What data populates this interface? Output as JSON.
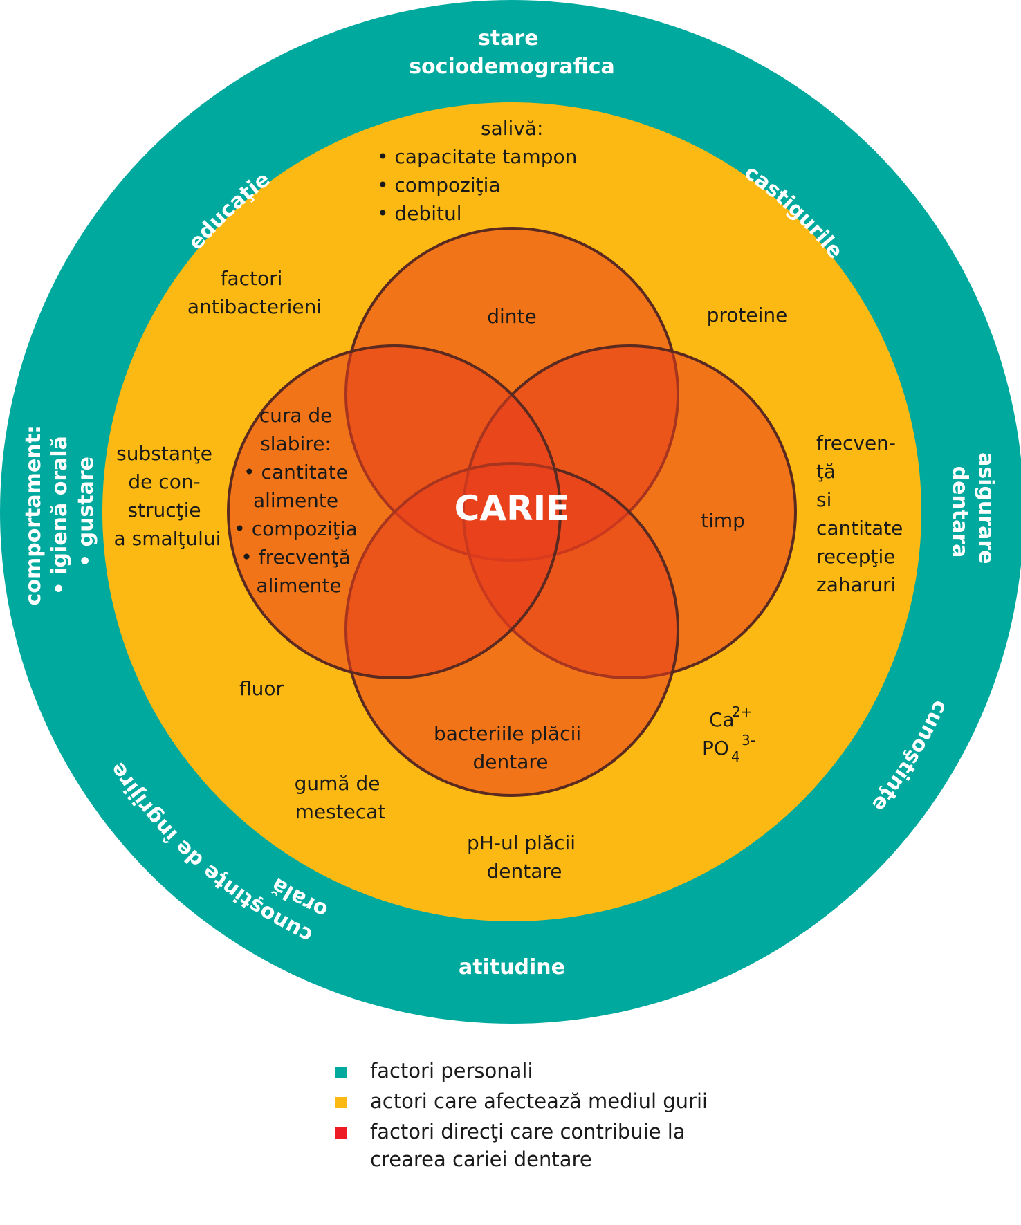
{
  "colors": {
    "personal": "#00a99d",
    "environment": "#fdb913",
    "direct": "#ed1c24"
  },
  "center": {
    "label": "CARIE"
  },
  "outer_ring": {
    "top": [
      "stare",
      "sociodemografica"
    ],
    "top_left": "educaţie",
    "top_right": "castigurile",
    "left": [
      "comportament:",
      "• igienă orală",
      "• gustare"
    ],
    "right": [
      "asigurare",
      "dentara"
    ],
    "bottom_left": [
      "cunoştinţe de îngrijire",
      "orală"
    ],
    "bottom_right": "cunoştinţe",
    "bottom": "atitudine"
  },
  "inner": {
    "saliva": [
      "salivă:",
      "• capacitate tampon",
      "• compoziţia",
      "• debitul"
    ],
    "antibacterial": [
      "factori",
      "antibacterieni"
    ],
    "proteine": "proteine",
    "substante": [
      "substanţe",
      "de con-",
      "strucţie",
      "a smalţului"
    ],
    "frecventa": [
      "frecven-",
      "ţă",
      "si",
      "cantitate",
      "recepţie",
      "zaharuri"
    ],
    "fluor": "fluor",
    "ca": "Ca",
    "ca_sup": "2+",
    "po": "PO",
    "po_sub": "4",
    "po_sup": "3-",
    "guma": [
      "gumă de",
      "mestecat"
    ],
    "ph": [
      "pH-ul plăcii",
      "dentare"
    ]
  },
  "circles": {
    "dinte": "dinte",
    "timp": "timp",
    "cura": [
      "cura de",
      "slabire:",
      "• cantitate",
      "alimente",
      "• compoziţia",
      "• frecvenţă",
      "alimente"
    ],
    "bacterii": [
      "bacteriile plăcii",
      "dentare"
    ]
  },
  "legend": [
    {
      "label": "factori personali",
      "color": "#00a99d"
    },
    {
      "label": "actori care afectează mediul gurii",
      "color": "#fdb913"
    },
    {
      "label": "factori direcţi care contribuie la crearea cariei dentare",
      "color": "#ed1c24"
    }
  ]
}
